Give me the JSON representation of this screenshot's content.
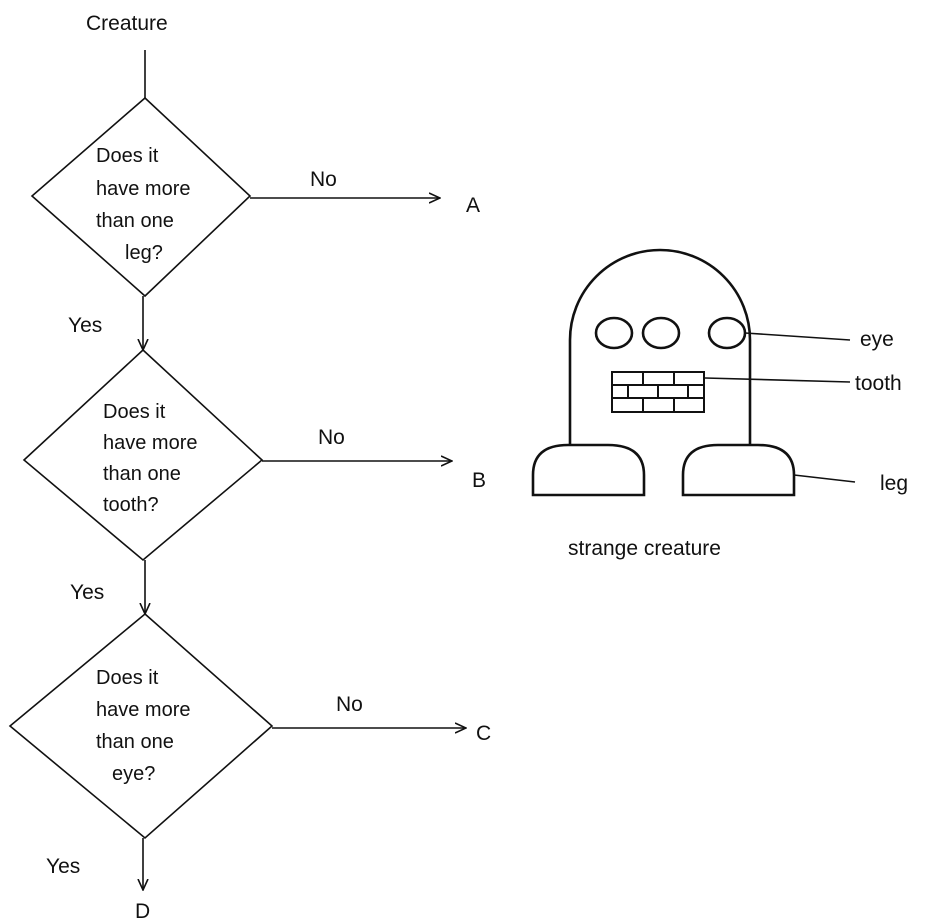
{
  "flowchart": {
    "start_label": "Creature",
    "decisions": [
      {
        "question_lines": [
          "Does it",
          "have more",
          "than one",
          "leg?"
        ],
        "no_label": "No",
        "no_outcome": "A",
        "yes_label": "Yes"
      },
      {
        "question_lines": [
          "Does it",
          "have more",
          "than one",
          "tooth?"
        ],
        "no_label": "No",
        "no_outcome": "B",
        "yes_label": "Yes"
      },
      {
        "question_lines": [
          "Does it",
          "have more",
          "than one",
          "eye?"
        ],
        "no_label": "No",
        "no_outcome": "C",
        "yes_label": "Yes"
      }
    ],
    "final_outcome": "D"
  },
  "creature": {
    "caption": "strange creature",
    "labels": {
      "eye": "eye",
      "tooth": "tooth",
      "leg": "leg"
    }
  },
  "colors": {
    "line": "#111111",
    "background": "#ffffff"
  }
}
